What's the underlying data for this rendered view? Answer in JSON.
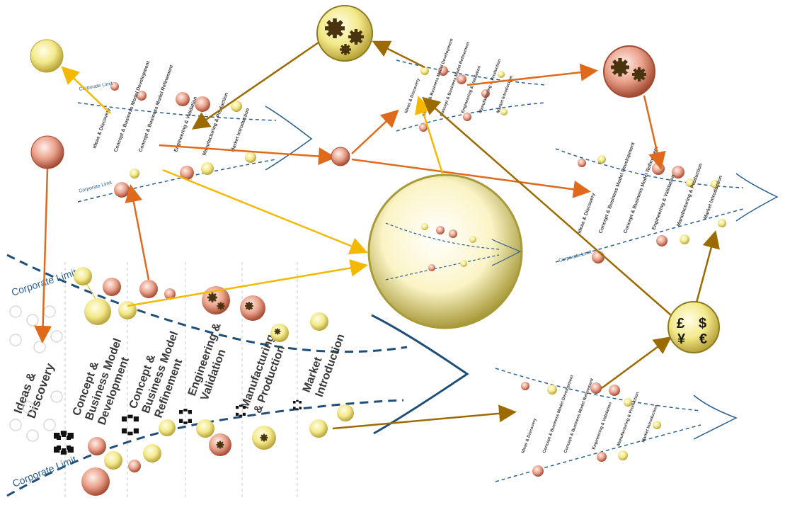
{
  "main_funnel": {
    "stages": [
      {
        "line1": "Ideas &",
        "line2": "Discovery"
      },
      {
        "line1": "Concept &",
        "line2": "Business Model",
        "line3": "Development"
      },
      {
        "line1": "Concept &",
        "line2": "Business Model",
        "line3": "Refinement"
      },
      {
        "line1": "Engineering &",
        "line2": "Validation"
      },
      {
        "line1": "Manufacturing",
        "line2": "& Production"
      },
      {
        "line1": "Market",
        "line2": "Introduction"
      }
    ],
    "limit_top": "Corporate Limit",
    "limit_bottom": "Corporate Limit"
  },
  "mini_funnels": {
    "limit_label": "Corporate Limit",
    "stages": [
      "Ideas & Discovery",
      "Concept & Business Model Development",
      "Concept & Business Model Refinement",
      "Engineering & Validation",
      "Manufacturing & Production",
      "Market Introduction"
    ]
  },
  "money_node": {
    "pound": "£",
    "dollar": "$",
    "yen": "¥",
    "euro": "€"
  },
  "colors": {
    "funnel_blue": "#1f4e79",
    "arrow_orange": "#e06a1b",
    "arrow_gold": "#f5b800",
    "arrow_brown": "#9c6b00",
    "sphere_yellow": "#f3e98a",
    "sphere_salmon": "#e9a08a",
    "gear_dark": "#4a3410"
  }
}
